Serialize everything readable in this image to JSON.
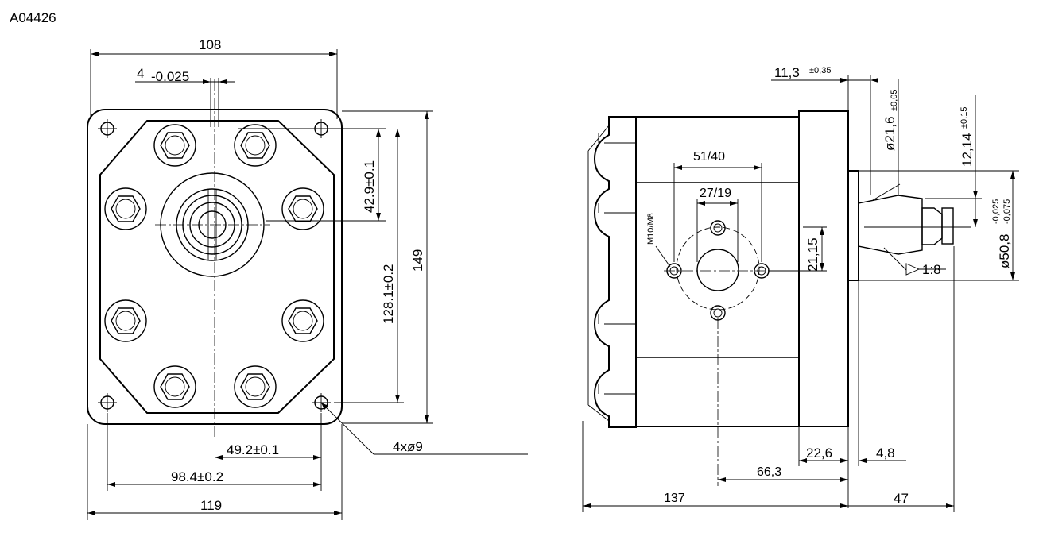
{
  "drawing_id": "A04426",
  "front_view": {
    "width_top": "108",
    "shaft_key_main": "4",
    "shaft_key_tol": "-0.025",
    "dim_42_9": "42.9±0.1",
    "dim_128_1": "128.1±0.2",
    "dim_149": "149",
    "dim_49_2": "49.2±0.1",
    "dim_98_4": "98.4±0.2",
    "dim_119": "119",
    "holes": "4xø9"
  },
  "side_view": {
    "dim_11_3_main": "11,3",
    "dim_11_3_tol": "±0,35",
    "dim_21_6_main": "ø21,6",
    "dim_21_6_tol": "±0,05",
    "dim_12_14_main": "12,14",
    "dim_12_14_tol": "±0,15",
    "dim_50_8_main": "ø50,8",
    "dim_50_8_tol_upper": "-0,025",
    "dim_50_8_tol_lower": "-0,075",
    "taper": "1:8",
    "port_51_40": "51/40",
    "port_27_19": "27/19",
    "thread": "M10/M8",
    "dim_21_15": "21,15",
    "dim_22_6": "22,6",
    "dim_4_8": "4,8",
    "dim_66_3": "66,3",
    "dim_137": "137",
    "dim_47": "47"
  }
}
